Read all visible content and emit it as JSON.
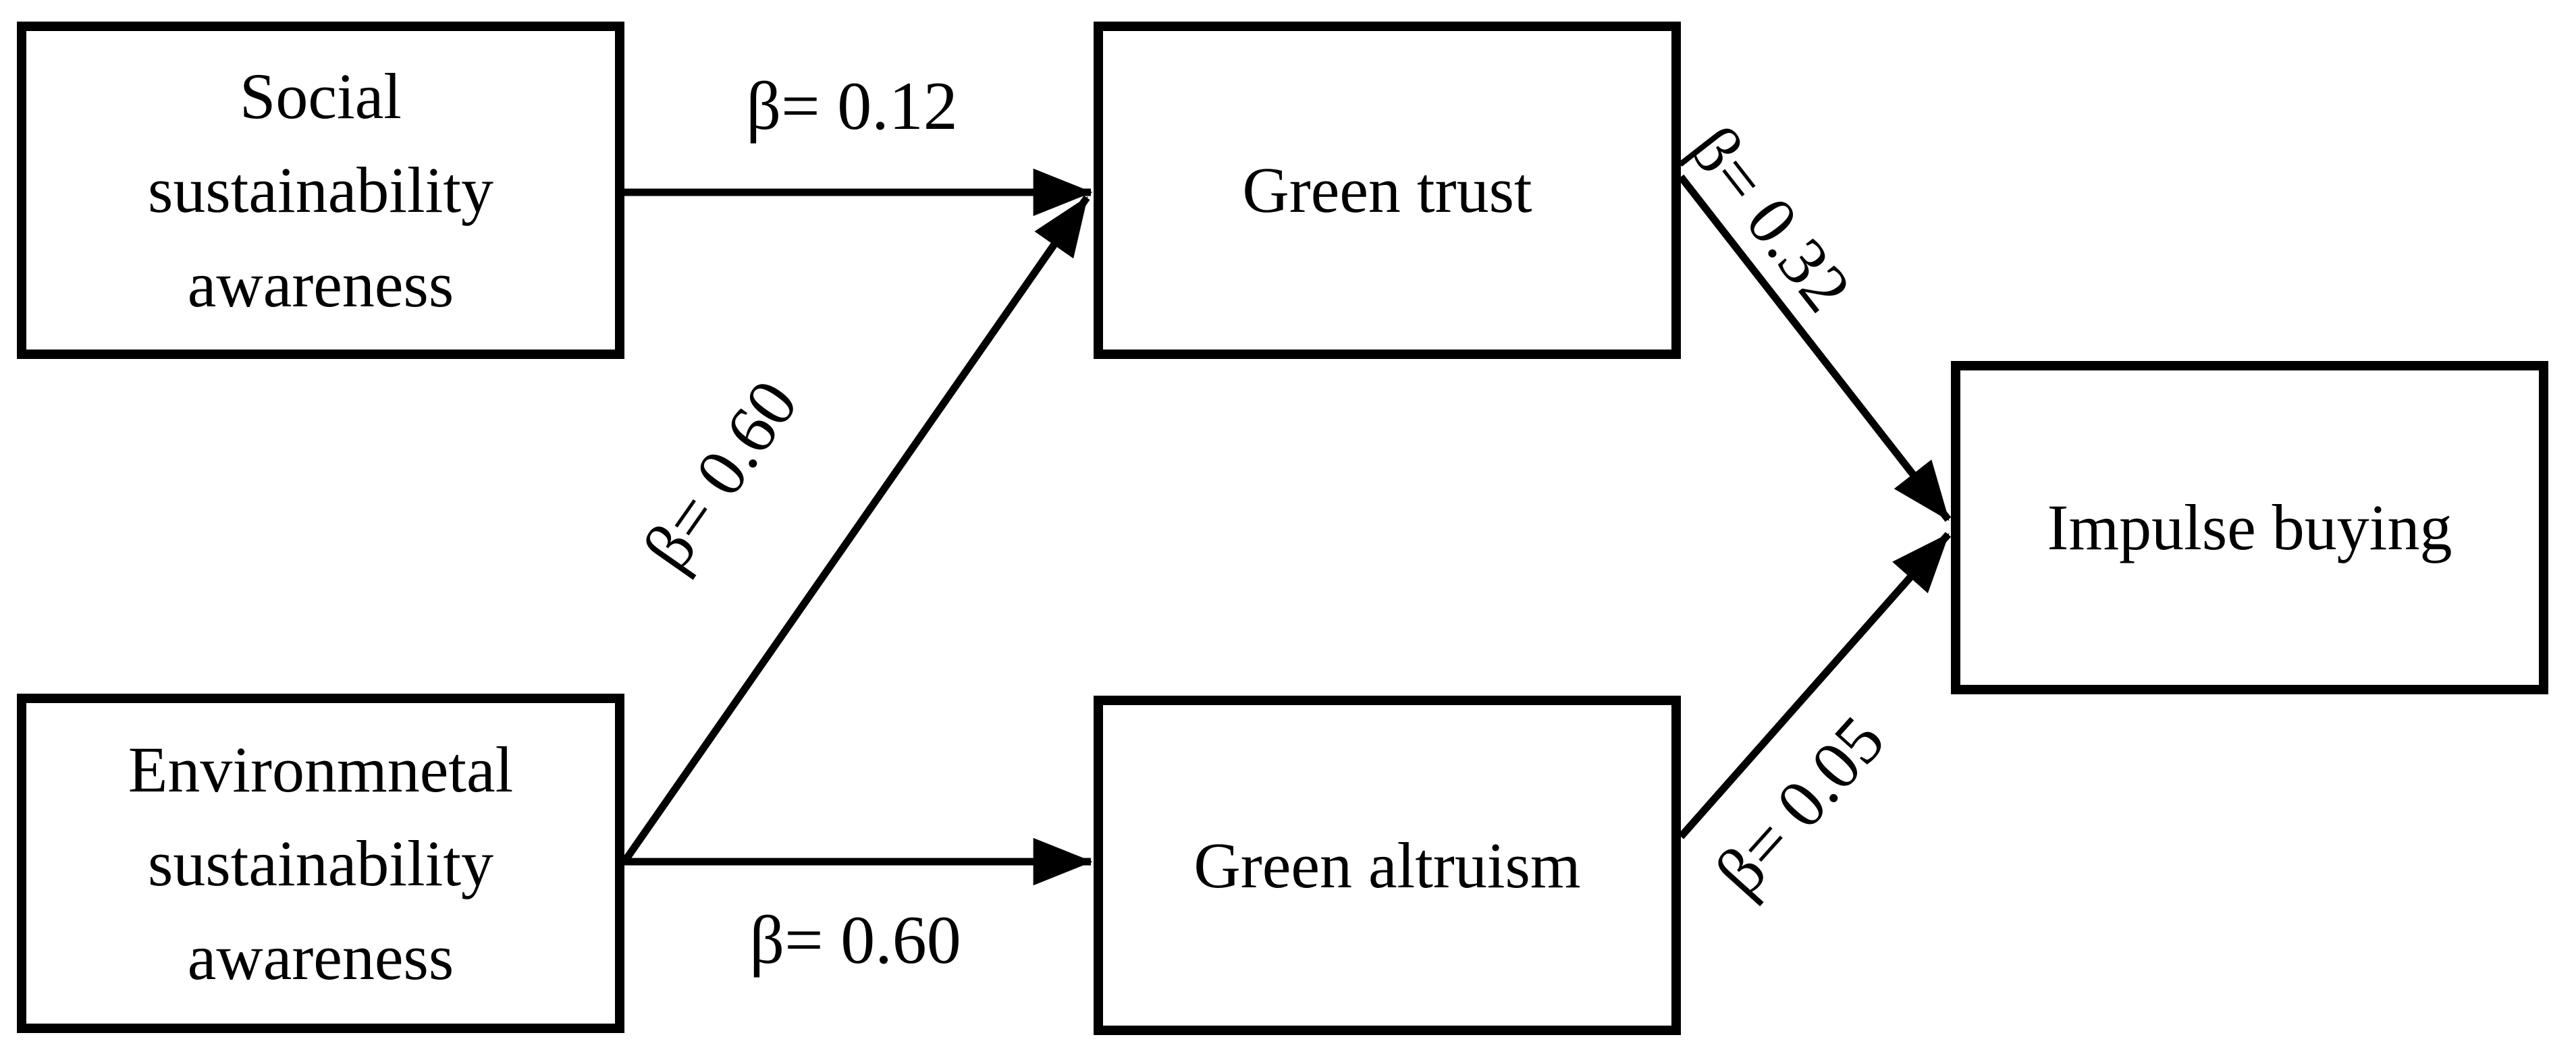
{
  "figure": {
    "type": "path-diagram",
    "background_color": "#ffffff",
    "line_color": "#000000",
    "text_color": "#000000",
    "nodes": [
      {
        "id": "social-sustainability-awareness",
        "label": "Social sustainability awareness"
      },
      {
        "id": "environmental-sustainability-awareness",
        "label": "Environmnetal sustainability awareness"
      },
      {
        "id": "green-trust",
        "label": "Green trust"
      },
      {
        "id": "green-altruism",
        "label": "Green altruism"
      },
      {
        "id": "impulse-buying",
        "label": "Impulse buying"
      }
    ],
    "edges": [
      {
        "from": "Social sustainability awareness",
        "to": "Green trust",
        "label": "β= 0.12"
      },
      {
        "from": "Environmnetal sustainability awareness",
        "to": "Green trust",
        "label": "β= 0.60"
      },
      {
        "from": "Environmnetal sustainability awareness",
        "to": "Green altruism",
        "label": "β= 0.60"
      },
      {
        "from": "Green trust",
        "to": "Impulse buying",
        "label": "β= 0.32"
      },
      {
        "from": "Green altruism",
        "to": "Impulse buying",
        "label": "β= 0.05"
      }
    ]
  }
}
